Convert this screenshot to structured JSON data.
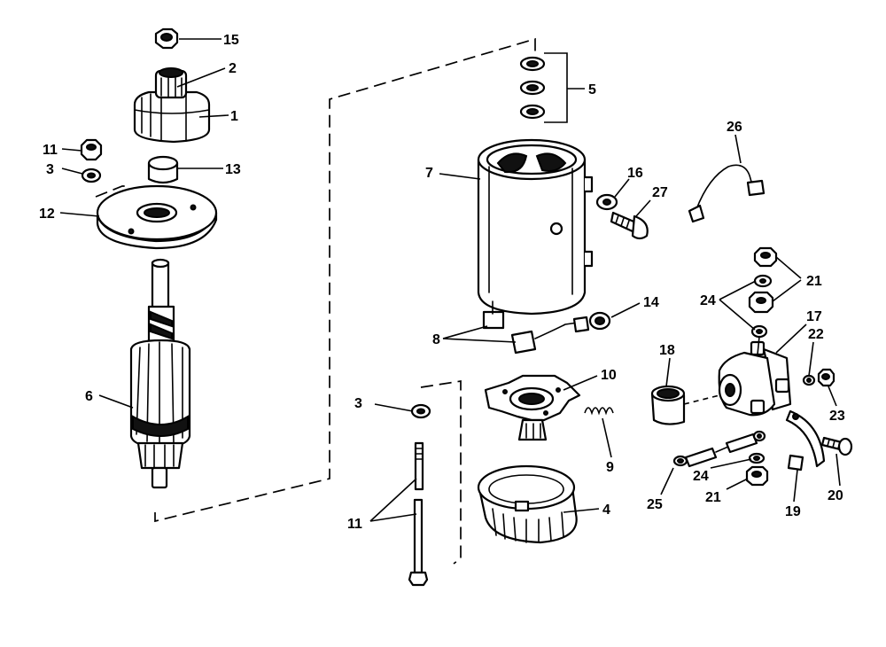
{
  "diagram": {
    "callouts": [
      {
        "id": "c15",
        "text": "15"
      },
      {
        "id": "c2",
        "text": "2"
      },
      {
        "id": "c1",
        "text": "1"
      },
      {
        "id": "c11a",
        "text": "11"
      },
      {
        "id": "c3a",
        "text": "3"
      },
      {
        "id": "c13",
        "text": "13"
      },
      {
        "id": "c12",
        "text": "12"
      },
      {
        "id": "c6",
        "text": "6"
      },
      {
        "id": "c5",
        "text": "5"
      },
      {
        "id": "c7",
        "text": "7"
      },
      {
        "id": "c16",
        "text": "16"
      },
      {
        "id": "c27",
        "text": "27"
      },
      {
        "id": "c26",
        "text": "26"
      },
      {
        "id": "c21a",
        "text": "21"
      },
      {
        "id": "c24a",
        "text": "24"
      },
      {
        "id": "c17",
        "text": "17"
      },
      {
        "id": "c22",
        "text": "22"
      },
      {
        "id": "c14",
        "text": "14"
      },
      {
        "id": "c8",
        "text": "8"
      },
      {
        "id": "c18",
        "text": "18"
      },
      {
        "id": "c10",
        "text": "10"
      },
      {
        "id": "c23",
        "text": "23"
      },
      {
        "id": "c3b",
        "text": "3"
      },
      {
        "id": "c9",
        "text": "9"
      },
      {
        "id": "c4",
        "text": "4"
      },
      {
        "id": "c11b",
        "text": "11"
      },
      {
        "id": "c24b",
        "text": "24"
      },
      {
        "id": "c25",
        "text": "25"
      },
      {
        "id": "c21b",
        "text": "21"
      },
      {
        "id": "c19",
        "text": "19"
      },
      {
        "id": "c20",
        "text": "20"
      }
    ]
  }
}
